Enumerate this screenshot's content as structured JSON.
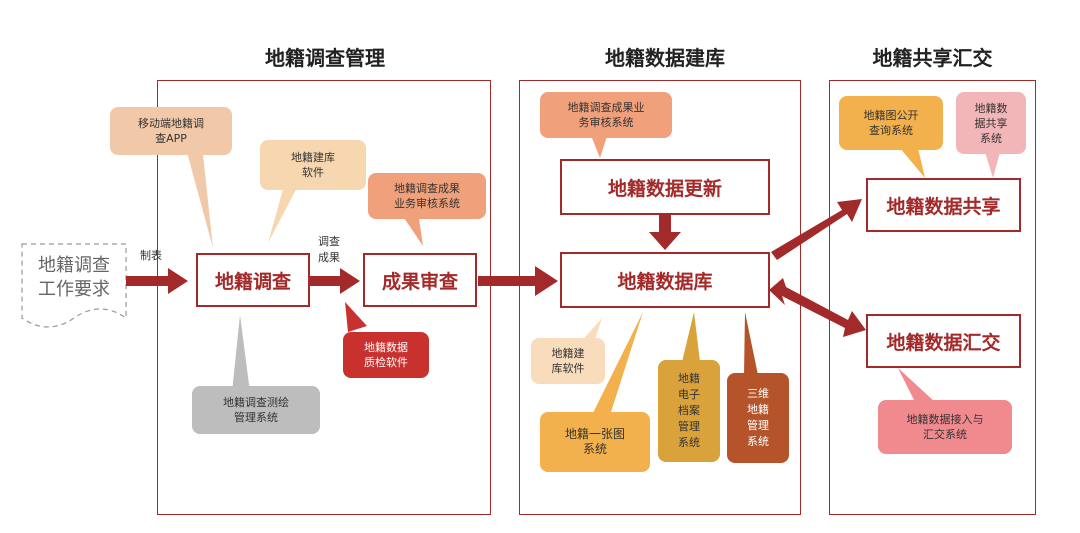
{
  "sections": {
    "survey": "地籍调查管理",
    "database": "地籍数据建库",
    "sharing": "地籍共享汇交"
  },
  "input_doc": [
    "地籍调查",
    "工作要求"
  ],
  "edge_labels": {
    "input": "制表",
    "survey_result": [
      "调查",
      "成果"
    ]
  },
  "boxes": {
    "survey": "地籍调查",
    "review": "成果审查",
    "update": "地籍数据更新",
    "database": "地籍数据库",
    "share": "地籍数据共享",
    "submit": "地籍数据汇交"
  },
  "callouts": {
    "mobile_app": [
      "移动端地籍调",
      "查APP"
    ],
    "build_software": [
      "地籍建库",
      "软件"
    ],
    "review_system": [
      "地籍调查成果",
      "业务审核系统"
    ],
    "qc_software": [
      "地籍数据",
      "质检软件"
    ],
    "survey_mapping": [
      "地籍调查测绘",
      "管理系统"
    ],
    "business_review": [
      "地籍调查成果业",
      "务审核系统"
    ],
    "db_build_software": [
      "地籍建",
      "库软件"
    ],
    "one_map": [
      "地籍一张图",
      "系统"
    ],
    "e_archive": [
      "地籍",
      "电子",
      "档案",
      "管理",
      "系统"
    ],
    "three_d": [
      "三维",
      "地籍",
      "管理",
      "系统"
    ],
    "public_query": [
      "地籍图公开",
      "查询系统"
    ],
    "data_share_sys": [
      "地籍数",
      "据共享",
      "系统"
    ],
    "access_submit": [
      "地籍数据接入与",
      "汇交系统"
    ]
  },
  "colors": {
    "dark_red": "#a32a2a",
    "salmon": "#f0a07a",
    "peach": "#f7d7b0",
    "light_peach": "#f9dcbb",
    "orange": "#f2b14c",
    "gold": "#d9a23a",
    "brown": "#b5542a",
    "gray": "#bdbdbd",
    "red": "#c8312e",
    "pink": "#f2b6b8",
    "rose": "#f08a8f"
  }
}
